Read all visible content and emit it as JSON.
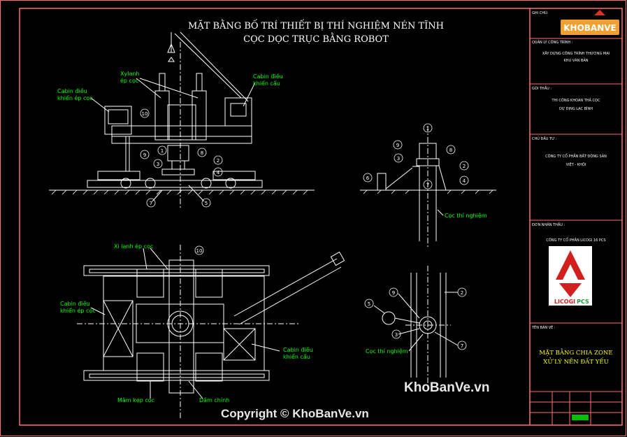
{
  "title": {
    "line1": "MẶT BẰNG BỐ TRÍ THIẾT BỊ THÍ NGHIỆM NÉN TĨNH",
    "line2": "CỌC DỌC TRỤC BẰNG ROBOT"
  },
  "labels": {
    "xylanh_ep_coc": [
      "Xylanh",
      "ép cọc"
    ],
    "cabin_dieu_khien_cau": [
      "Cabin điều",
      "khiển cẩu"
    ],
    "cabin_dieu_khien_ep_coc": [
      "Cabin điều",
      "khiển ép cọc"
    ],
    "coc_thi_nghiem": "Cọc thí nghiệm",
    "xi_lanh_ep_coc": "Xi lanh ép cọc",
    "mam_kep_coc": "Mâm kẹp cọc",
    "dam_chinh": "Dầm chính"
  },
  "callouts": {
    "c1": "1",
    "c2": "2",
    "c3": "3",
    "c4": "4",
    "c5": "5",
    "c6": "6",
    "c7": "7",
    "c8": "8",
    "c9": "9",
    "c10": "10"
  },
  "title_block": {
    "ghi_chu": "GHI CHÚ:",
    "quan_ly": "QUẢN LÝ CÔNG TRÌNH :",
    "quan_ly_text": [
      "XÂY DỰNG CÔNG TRÌNH THƯƠNG MẠI",
      "KHU VĂN BẢN"
    ],
    "goi_thau": "GÓI THẦU :",
    "goi_thau_text": [
      "THI CÔNG KHOAN THẢ CỌC",
      "DỰ ĐỊNG LẠC BÌNH"
    ],
    "chu_dau_tu": "CHỦ ĐẦU TƯ :",
    "chu_dau_tu_text": [
      "CÔNG TY CỔ PHẦN BẤT ĐỘNG SẢN",
      "VIỆT - KHÔI"
    ],
    "don_vi": "ĐƠN NHÂN THẦU :",
    "don_vi_text": "CÔNG TY CỔ PHẦN LICOGI 16 PCS",
    "logo_text": "LICOGI",
    "logo_text2": "PCS",
    "ten_ban_ve": "TÊN BẢN VẼ :",
    "drawing_name": [
      "MẶT BẰNG CHIA ZONE",
      "XỬ LÝ NỀN ĐẤT YẾU"
    ],
    "khobanve_logo": "KHOBANVE"
  },
  "watermark": {
    "site": "KhoBanVe.vn",
    "copyright": "Copyright © KhoBanVe.vn"
  },
  "colors": {
    "border": "#ff7070",
    "line": "#ffffff",
    "label": "#00ff00",
    "title": "#ffffff",
    "green_text": "#00ff00",
    "yellow": "#ffff00",
    "red": "#d02020"
  }
}
